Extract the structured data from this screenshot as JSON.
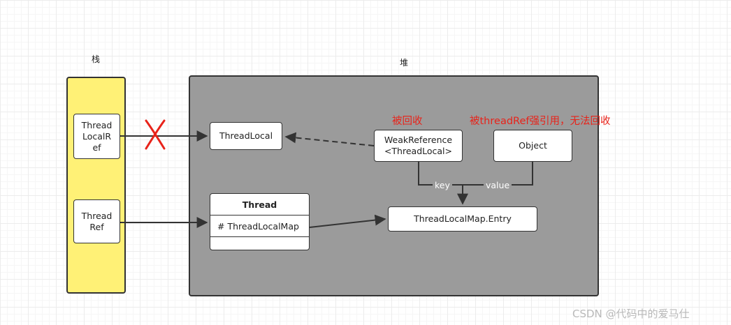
{
  "regions": {
    "stack_label": "栈",
    "heap_label": "堆"
  },
  "stack": {
    "thread_local_ref": "Thread\nLocalR\nef",
    "thread_ref": "Thread\nRef"
  },
  "heap": {
    "thread_local": "ThreadLocal",
    "weak_reference": "WeakReference\n<ThreadLocal>",
    "object": "Object",
    "thread_class_title": "Thread",
    "thread_class_field": "# ThreadLocalMap",
    "entry": "ThreadLocalMap.Entry"
  },
  "edges": {
    "key_label": "key",
    "value_label": "value"
  },
  "annotations": {
    "weak_collected": "被回收",
    "object_strong_ref": "被threadRef强引用，无法回收"
  },
  "colors": {
    "stack_fill": "#fff176",
    "heap_fill": "#9b9b9b",
    "annotation_red": "#e8231a",
    "line": "#333333"
  },
  "icons": {
    "broken_reference": "red-x-cross-icon"
  },
  "watermark": "CSDN @代码中的爱马仕"
}
